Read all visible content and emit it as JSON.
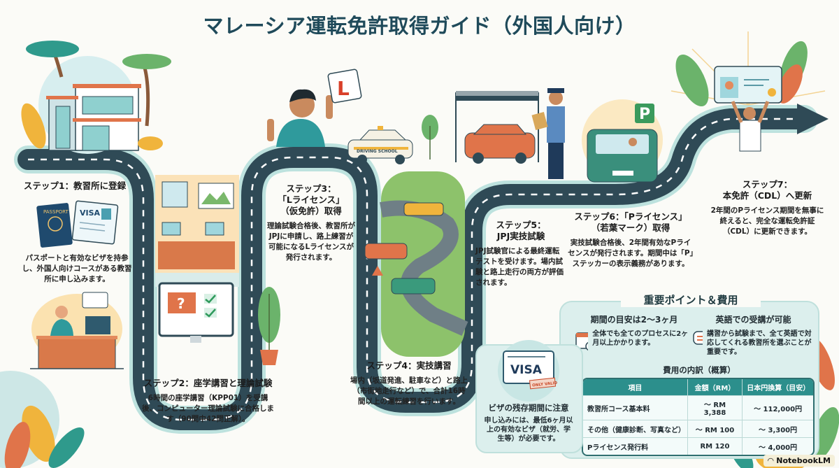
{
  "title": "マレーシア運転免許取得ガイド（外国人向け）",
  "colors": {
    "road": "#2f4a56",
    "accent_teal": "#2c8f8c",
    "panel_bg": "#dcefed",
    "orange": "#e0744a",
    "green": "#6bb36b",
    "yellow": "#f0b43c"
  },
  "steps": [
    {
      "title": "ステップ1：教習所に登録",
      "body": "パスポートと有効なビザを持参し、外国人向けコースがある教習所に申し込みます。",
      "icons": [
        "passport-icon",
        "visa-card-icon",
        "receptionist-desk-icon"
      ]
    },
    {
      "title": "ステップ2：座学講習と理論試験",
      "body": "6時間の座学講習（KPP01）を受講後、コンピューター理論試験に合格します（90問中42問正解）。",
      "icons": [
        "classroom-icon",
        "computer-quiz-icon"
      ]
    },
    {
      "title": "ステップ3：「Lライセンス」（仮免許）取得",
      "title_lines": [
        "ステップ3：",
        "「Lライセンス」",
        "（仮免許）取得"
      ],
      "body": "理論試験合格後、教習所がJPJに申請し、路上練習が可能になるLライセンスが発行されます。",
      "icons": [
        "l-plate-icon",
        "driving-school-car-icon"
      ]
    },
    {
      "title": "ステップ4：実技講習",
      "body": "場内（坂道発進、駐車など）と路上（市街地走行など）で、合計16時間以上の運転練習を行います。",
      "icons": [
        "practice-course-icon"
      ]
    },
    {
      "title": "ステップ5：JPJ実技試験",
      "title_lines": [
        "ステップ5：",
        "JPJ実技試験"
      ],
      "body": "JPJ試験官による最終運転テストを受けます。場内試験と路上走行の両方が評価されます。",
      "icons": [
        "examiner-icon",
        "finish-gate-icon"
      ]
    },
    {
      "title": "ステップ6：「Pライセンス」（若葉マーク）取得",
      "title_lines": [
        "ステップ6：「Pライセンス」",
        "（若葉マーク）取得"
      ],
      "body": "実技試験合格後、2年間有効なPライセンスが発行されます。期間中は「P」ステッカーの表示義務があります。",
      "icons": [
        "p-plate-icon",
        "car-icon"
      ]
    },
    {
      "title": "ステップ7：本免許（CDL）へ更新",
      "title_lines": [
        "ステップ7：",
        "本免許（CDL）へ更新"
      ],
      "body": "2年間のPライセンス期間を無事に終えると、完全な運転免許証（CDL）に更新できます。",
      "icons": [
        "license-card-icon",
        "arrow-right-icon"
      ]
    }
  ],
  "key_points": {
    "title": "重要ポイント＆費用",
    "items": [
      {
        "head": "期間の目安は2〜3ヶ月",
        "body": "全体でも全てのプロセスに2ヶ月以上かかります。",
        "icon": "calendar-clock-icon"
      },
      {
        "head": "英語での受講が可能",
        "body": "講習から試験まで、全て英語で対応してくれる教習所を選ぶことが重要です。",
        "icon": "chat-bubble-icon"
      }
    ],
    "fees": {
      "title": "費用の内訳（概算）",
      "columns": [
        "項目",
        "金額（RM）",
        "日本円換算（目安）"
      ],
      "rows": [
        [
          "教習所コース基本料",
          "〜 RM 3,388",
          "〜 112,000円"
        ],
        [
          "その他（健康診断、写真など）",
          "〜 RM 100",
          "〜 3,300円"
        ],
        [
          "Pライセンス発行料",
          "RM 120",
          "〜 4,000円"
        ]
      ]
    }
  },
  "visa_note": {
    "card_label": "VISA",
    "stamp": "ONLY VALID",
    "title": "ビザの残存期間に注意",
    "body": "申し込みには、最低6ヶ月以上の有効なビザ（就労、学生等）が必要です。"
  },
  "taxi_label": "DRIVING SCHOOL",
  "passport_label": "PASSPORT",
  "visa_label": "VISA",
  "p_sign": "P",
  "l_sign": "L",
  "watermark": "NotebookLM"
}
